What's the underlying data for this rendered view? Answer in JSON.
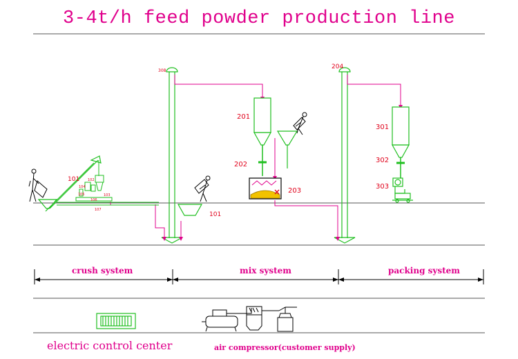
{
  "title": "3-4t/h feed powder production line",
  "colors": {
    "magenta": "#e0008c",
    "green": "#1fbf1f",
    "red": "#e0001a",
    "yellow": "#f2c200",
    "black": "#000000"
  },
  "labels": {
    "e308": "308",
    "e204": "204",
    "e201": "201",
    "e202": "202",
    "e203": "203",
    "e301": "301",
    "e302": "302",
    "e303": "303",
    "e101a": "101",
    "e101b": "101",
    "e102": "102",
    "e103": "103",
    "e104": "104",
    "e105": "105",
    "e106": "106",
    "e107": "107"
  },
  "systems": {
    "crush": "crush system",
    "mix": "mix system",
    "packing": "packing system"
  },
  "footer": {
    "control": "electric control center",
    "compressor": "air compressor(customer supply)"
  }
}
